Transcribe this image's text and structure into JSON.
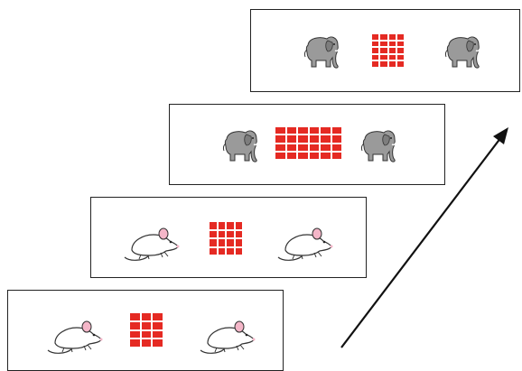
{
  "colors": {
    "block": "#e52a23",
    "block_gap": "#ffffff",
    "border": "#222222",
    "arrow": "#111111",
    "elephant_body": "#9a9a9a",
    "mouse_body": "#ffffff",
    "mouse_ear": "#f4b6c8"
  },
  "panels": [
    {
      "animal": "mouse",
      "grid_rows": 4,
      "grid_cols": 3
    },
    {
      "animal": "mouse",
      "grid_rows": 4,
      "grid_cols": 4
    },
    {
      "animal": "elephant",
      "grid_rows": 4,
      "grid_cols": 6
    },
    {
      "animal": "elephant",
      "grid_rows": 5,
      "grid_cols": 4
    }
  ],
  "arrow": {
    "direction": "up-right"
  }
}
